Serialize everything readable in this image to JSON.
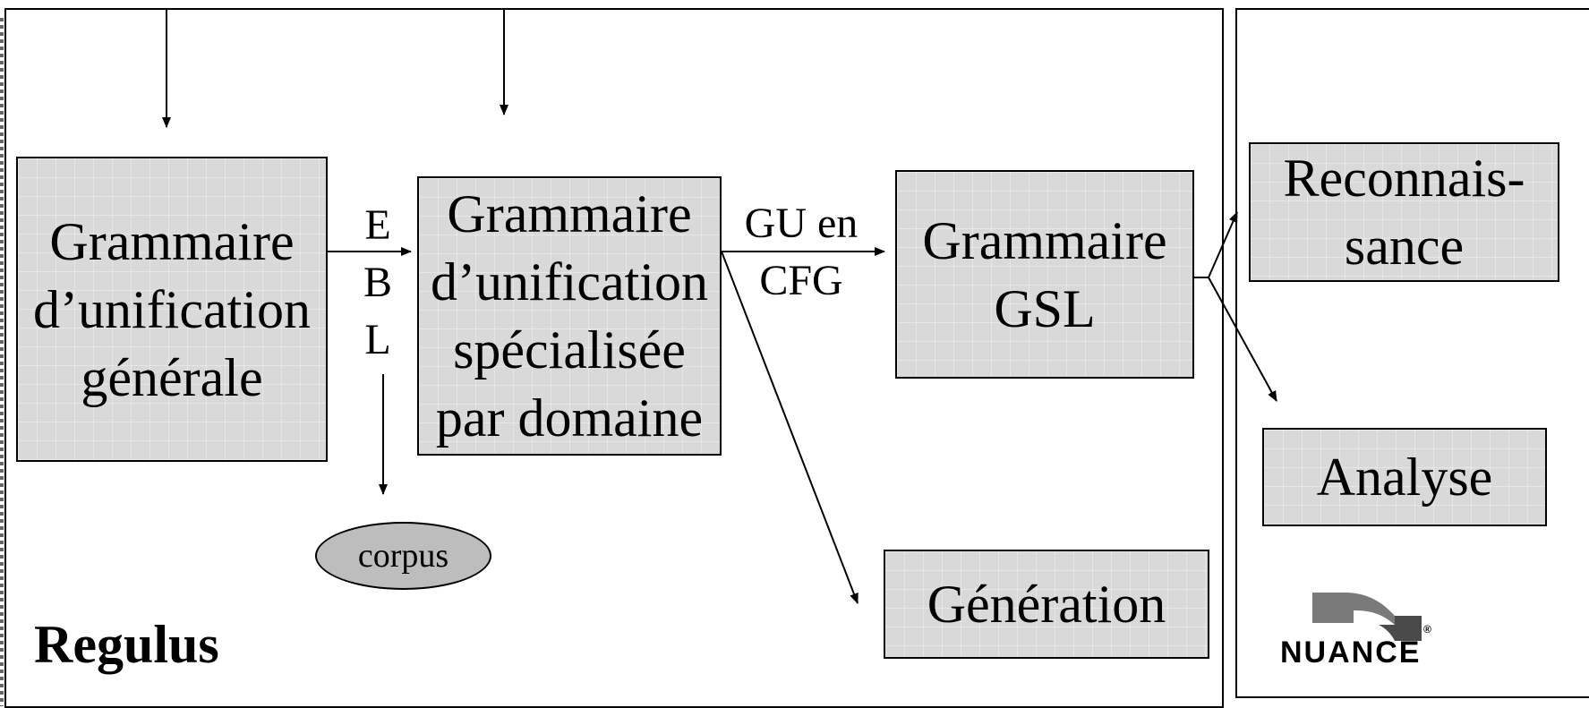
{
  "title": "Regulus",
  "boxes": {
    "general": "Grammaire\nd’unification\ngénérale",
    "specialized": "Grammaire\nd’unification\nspécialisée\npar domaine",
    "gsl": "Grammaire\nGSL",
    "generation": "Génération",
    "recognition": "Reconnais-\nsance",
    "analysis": "Analyse"
  },
  "labels": {
    "ebl": "E\nB\nL",
    "gu_cfg": "GU en\nCFG",
    "corpus": "corpus"
  },
  "logo": {
    "text": "NUANCE",
    "registered": "®"
  },
  "colors": {
    "box_fill": "#d9d9d9",
    "ellipse_fill": "#bdbdbd",
    "logo_gray": "#7a7a7a",
    "logo_dark": "#4a4a4a"
  }
}
